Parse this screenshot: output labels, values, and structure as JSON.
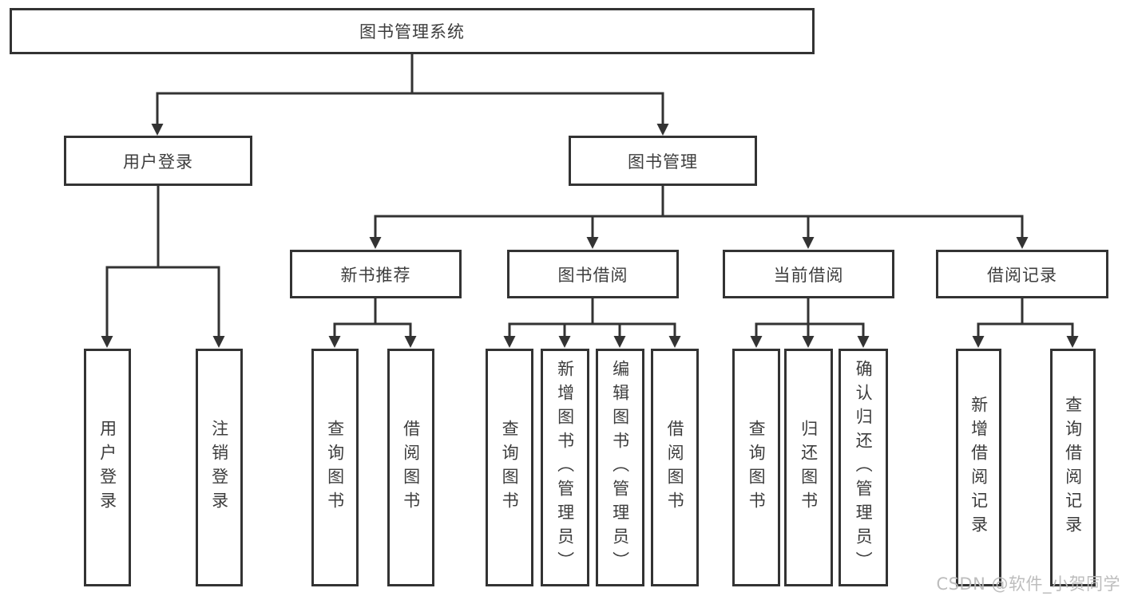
{
  "diagram": {
    "type": "hierarchy",
    "colors": {
      "line": "#333333",
      "border": "#333333",
      "text": "#3d3d3d",
      "watermark": "#b9b9b9",
      "background": "#ffffff"
    },
    "watermark": "CSDN @软件_小贺同学",
    "nodes": {
      "root": "图书管理系统",
      "user_login": "用户登录",
      "book_mgmt": "图书管理",
      "new_book_rec": "新书推荐",
      "book_borrow": "图书借阅",
      "current_borrow": "当前借阅",
      "borrow_record": "借阅记录",
      "ul_login": "用户登录",
      "ul_logout": "注销登录",
      "nbr_query": "查询图书",
      "nbr_borrow": "借阅图书",
      "bb_query": "查询图书",
      "bb_add": "新增图书（管理员）",
      "bb_edit": "编辑图书（管理员）",
      "bb_borrow": "借阅图书",
      "cb_query": "查询图书",
      "cb_return": "归还图书",
      "cb_confirm": "确认归还（管理员）",
      "br_add": "新增借阅记录",
      "br_query": "查询借阅记录"
    },
    "edges": [
      "root->user_login",
      "root->book_mgmt",
      "user_login->ul_login",
      "user_login->ul_logout",
      "book_mgmt->new_book_rec",
      "book_mgmt->book_borrow",
      "book_mgmt->current_borrow",
      "book_mgmt->borrow_record",
      "new_book_rec->nbr_query",
      "new_book_rec->nbr_borrow",
      "book_borrow->bb_query",
      "book_borrow->bb_add",
      "book_borrow->bb_edit",
      "book_borrow->bb_borrow",
      "current_borrow->cb_query",
      "current_borrow->cb_return",
      "current_borrow->cb_confirm",
      "borrow_record->br_add",
      "borrow_record->br_query"
    ]
  }
}
